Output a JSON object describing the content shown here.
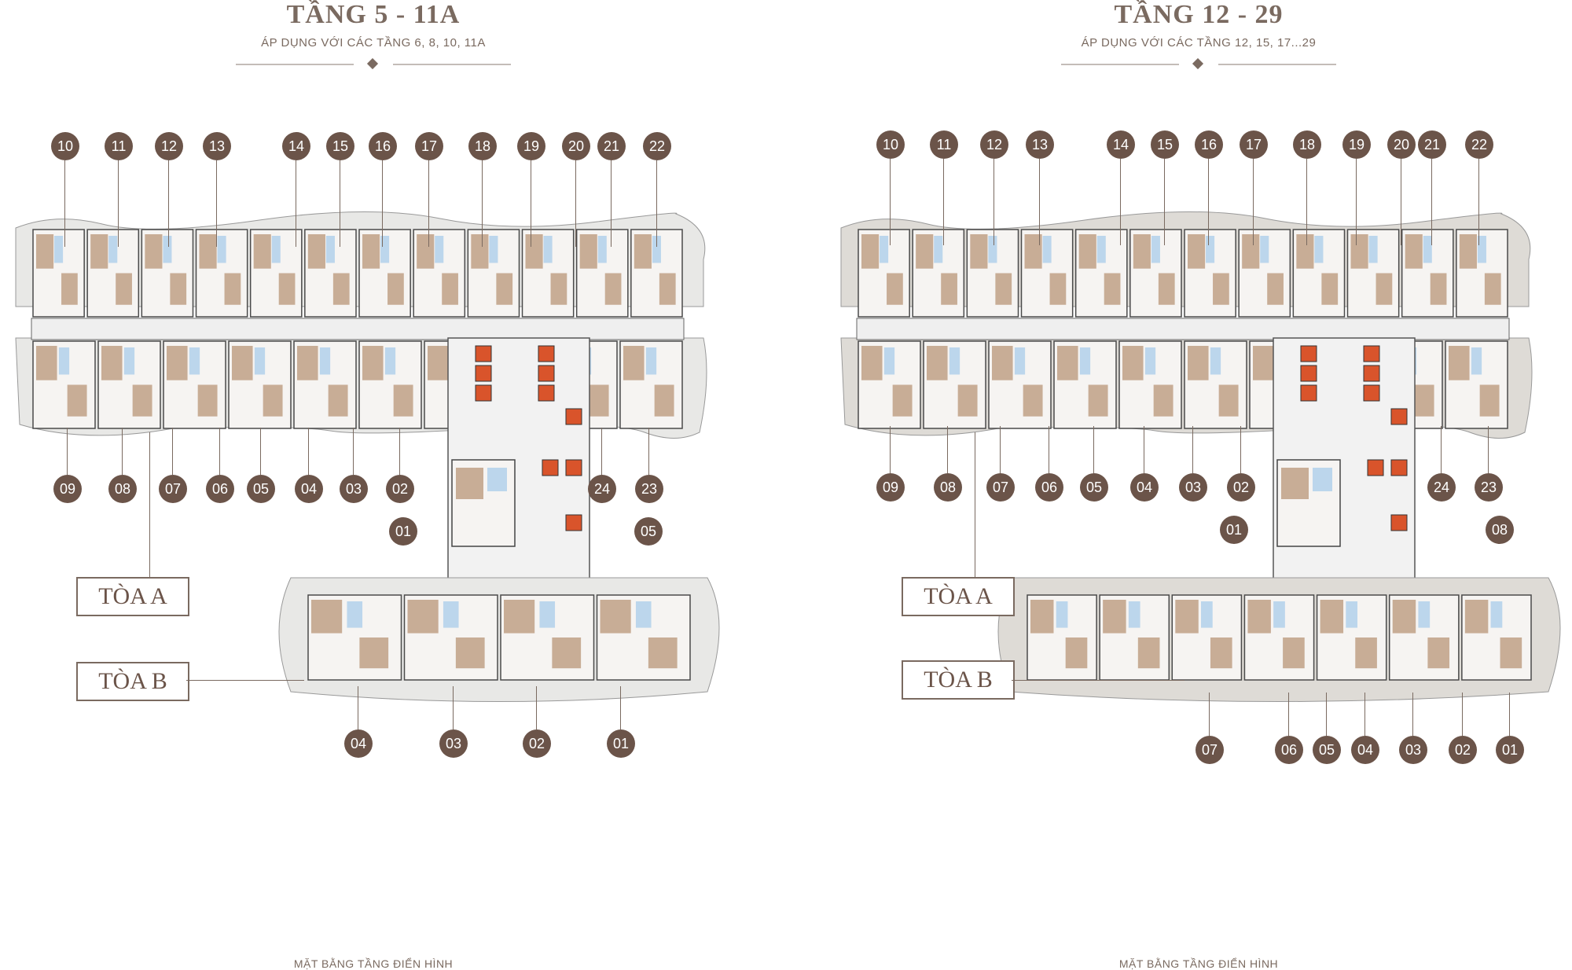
{
  "panels": [
    {
      "title": "TẦNG 5 - 11A",
      "subtitle": "ÁP DỤNG VỚI CÁC TẦNG 6, 8, 10, 11A",
      "footer": "MẶT BẰNG TẦNG ĐIỂN HÌNH",
      "tower_a_label": "TÒA A",
      "tower_b_label": "TÒA B",
      "tower_a_top_units": [
        "10",
        "11",
        "12",
        "13",
        "14",
        "15",
        "16",
        "17",
        "18",
        "19",
        "20",
        "21",
        "22"
      ],
      "tower_a_bottom_units": [
        "09",
        "08",
        "07",
        "06",
        "05",
        "04",
        "03",
        "02",
        "24",
        "23"
      ],
      "tower_a_extra_units": [
        "01",
        "05"
      ],
      "tower_b_units": [
        "04",
        "03",
        "02",
        "01"
      ]
    },
    {
      "title": "TẦNG 12 - 29",
      "subtitle": "ÁP DỤNG VỚI CÁC TẦNG 12, 15, 17...29",
      "footer": "MẶT BẰNG TẦNG ĐIỂN HÌNH",
      "tower_a_label": "TÒA A",
      "tower_b_label": "TÒA B",
      "tower_a_top_units": [
        "10",
        "11",
        "12",
        "13",
        "14",
        "15",
        "16",
        "17",
        "18",
        "19",
        "20",
        "21",
        "22"
      ],
      "tower_a_bottom_units": [
        "09",
        "08",
        "07",
        "06",
        "05",
        "04",
        "03",
        "02",
        "24",
        "23"
      ],
      "tower_a_extra_units": [
        "01",
        "08"
      ],
      "tower_b_units": [
        "07",
        "06",
        "05",
        "04",
        "03",
        "02",
        "01"
      ]
    }
  ],
  "colors": {
    "marker": "#6b5449",
    "apartment": "#c8ad96",
    "bathroom": "#bcd6ec",
    "core": "#d9542b",
    "corridor": "#efefef",
    "balcony": "#e8e8e6"
  }
}
